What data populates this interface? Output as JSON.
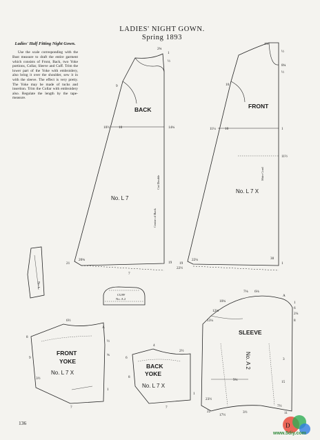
{
  "title": {
    "line1": "LADIES' NIGHT GOWN.",
    "line2": "Spring 1893"
  },
  "sidebar": {
    "heading": "Ladies' Half Fitting Night Gown.",
    "body": "Use the scale corresponding with the Bust measure to draft the entire garment which consists of Front, Back, two Yoke portions, Collar, Sleeve and Cuff. Trim the lower part of the Yoke with embroidery, also bring it over the shoulder, sew it in with the sleeve. The effect is very pretty. The Yoke may be made of tucks and insertion. Trim the Collar with embroidery also. Regulate the length by the tape-measure."
  },
  "pieces": {
    "back": {
      "label": "BACK",
      "code": "No. L 7",
      "note1": "Centre of Back",
      "note2": "Cut Double"
    },
    "front": {
      "label": "FRONT",
      "code": "No. L 7 X",
      "note": "Shirr Cord"
    },
    "collar": {
      "code": "No. L"
    },
    "cuff": {
      "label": "CUFF",
      "code": "No. A 2"
    },
    "front_yoke": {
      "label1": "FRONT",
      "label2": "YOKE",
      "code": "No. L 7 X"
    },
    "back_yoke": {
      "label1": "BACK",
      "label2": "YOKE",
      "code": "No. L 7 X"
    },
    "sleeve": {
      "label": "SLEEVE",
      "code": "No. A 2"
    }
  },
  "measures": {
    "back": [
      "2¾",
      "9",
      "10½",
      "10",
      "14¾",
      "20¾",
      "21",
      "7",
      "19",
      "½",
      "1"
    ],
    "front": [
      "4¼",
      "8¾",
      "10",
      "11¼",
      "10",
      "1",
      "11½",
      "19",
      "22¼",
      "22½",
      "1",
      "½",
      "30",
      "½"
    ],
    "sleeve": [
      "7⅛",
      "6⅛",
      "10¾",
      "12⅛",
      "13¼",
      "15",
      "9¼",
      "2¼",
      "6",
      "1",
      "8",
      "3",
      "7½",
      "11",
      "3½",
      "23½",
      "22",
      "17½",
      "A"
    ],
    "front_yoke": [
      "6½",
      "8",
      "½",
      "9",
      "7",
      "1",
      "¾",
      "3½",
      "A"
    ],
    "back_yoke": [
      "4",
      "6",
      "2½",
      "8",
      "7",
      "1"
    ]
  },
  "page_number": "136",
  "watermark": {
    "url": "www.5diy.com"
  }
}
